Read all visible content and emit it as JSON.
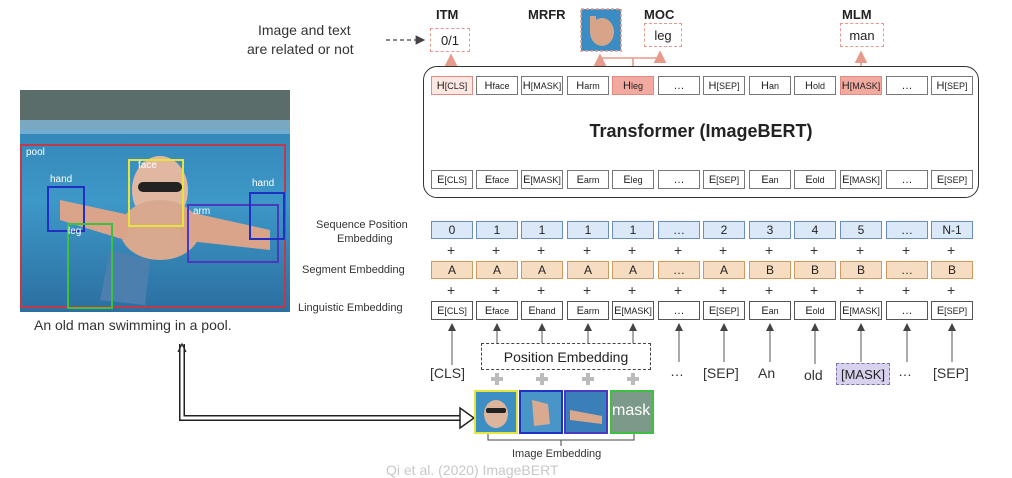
{
  "heads": {
    "itm": {
      "title": "ITM",
      "value": "0/1",
      "caption_line1": "Image and text",
      "caption_line2": "are related or not"
    },
    "mrfr": {
      "title": "MRFR"
    },
    "moc": {
      "title": "MOC",
      "value": "leg"
    },
    "mlm": {
      "title": "MLM",
      "value": "man"
    }
  },
  "transformer": {
    "title": "Transformer (ImageBERT)"
  },
  "hidden_states": [
    {
      "base": "H",
      "sub": "[CLS]",
      "style": "pink"
    },
    {
      "base": "H",
      "sub": "face",
      "style": "plain"
    },
    {
      "base": "H",
      "sub": "[MASK]",
      "style": "plain"
    },
    {
      "base": "H",
      "sub": "arm",
      "style": "plain"
    },
    {
      "base": "H",
      "sub": "leg",
      "style": "red"
    },
    {
      "base": "…",
      "sub": "",
      "style": "plain"
    },
    {
      "base": "H",
      "sub": "[SEP]",
      "style": "plain"
    },
    {
      "base": "H",
      "sub": "an",
      "style": "plain"
    },
    {
      "base": "H",
      "sub": "old",
      "style": "plain"
    },
    {
      "base": "H",
      "sub": "[MASK]",
      "style": "red"
    },
    {
      "base": "…",
      "sub": "",
      "style": "plain"
    },
    {
      "base": "H",
      "sub": "[SEP]",
      "style": "plain"
    }
  ],
  "output_embeddings": [
    {
      "base": "E",
      "sub": "[CLS]"
    },
    {
      "base": "E",
      "sub": "face"
    },
    {
      "base": "E",
      "sub": "[MASK]"
    },
    {
      "base": "E",
      "sub": "arm"
    },
    {
      "base": "E",
      "sub": "leg"
    },
    {
      "base": "…",
      "sub": ""
    },
    {
      "base": "E",
      "sub": "[SEP]"
    },
    {
      "base": "E",
      "sub": "an"
    },
    {
      "base": "E",
      "sub": "old"
    },
    {
      "base": "E",
      "sub": "[MASK]"
    },
    {
      "base": "…",
      "sub": ""
    },
    {
      "base": "E",
      "sub": "[SEP]"
    }
  ],
  "rows": {
    "position_label_1": "Sequence Position",
    "position_label_2": "Embedding",
    "segment_label": "Segment Embedding",
    "linguistic_label": "Linguistic Embedding",
    "plus": "+"
  },
  "position_ids": [
    "0",
    "1",
    "1",
    "1",
    "1",
    "…",
    "2",
    "3",
    "4",
    "5",
    "…",
    "N-1"
  ],
  "segment_ids": [
    "A",
    "A",
    "A",
    "A",
    "A",
    "…",
    "A",
    "B",
    "B",
    "B",
    "…",
    "B"
  ],
  "linguistic_embeddings": [
    {
      "base": "E",
      "sub": "[CLS]"
    },
    {
      "base": "E",
      "sub": "face"
    },
    {
      "base": "E",
      "sub": "hand"
    },
    {
      "base": "E",
      "sub": "arm"
    },
    {
      "base": "E",
      "sub": "[MASK]"
    },
    {
      "base": "…",
      "sub": ""
    },
    {
      "base": "E",
      "sub": "[SEP]"
    },
    {
      "base": "E",
      "sub": "an"
    },
    {
      "base": "E",
      "sub": "old"
    },
    {
      "base": "E",
      "sub": "[MASK]"
    },
    {
      "base": "…",
      "sub": ""
    },
    {
      "base": "E",
      "sub": "[SEP]"
    }
  ],
  "input_tokens": {
    "cls": "[CLS]",
    "dots_1": "…",
    "sep_1": "[SEP]",
    "an": "An",
    "old": "old",
    "mask": "[MASK]",
    "dots_2": "…",
    "sep_2": "[SEP]"
  },
  "image_embedding": {
    "position_label": "Position Embedding",
    "caption": "Image Embedding",
    "mask_text": "mask"
  },
  "photo": {
    "caption": "An old man swimming in a pool.",
    "regions": {
      "pool": "pool",
      "face": "face",
      "hand_left": "hand",
      "hand_right": "hand",
      "arm": "arm",
      "leg": "leg"
    }
  },
  "footer": {
    "citation": "Qi et al. (2020) ImageBERT"
  },
  "colors": {
    "blue_fill": "#dbe8f7",
    "blue_border": "#6a8fbf",
    "orange_fill": "#f6dcc0",
    "orange_border": "#d2995e",
    "red_fill": "#f2a9a0",
    "pink_fill": "#fde7e3",
    "pink_border": "#e58a7e",
    "arrow_salmon": "#e89a8a",
    "mask_fill": "#d9d2ee",
    "mask_border": "#7b6fb0"
  }
}
